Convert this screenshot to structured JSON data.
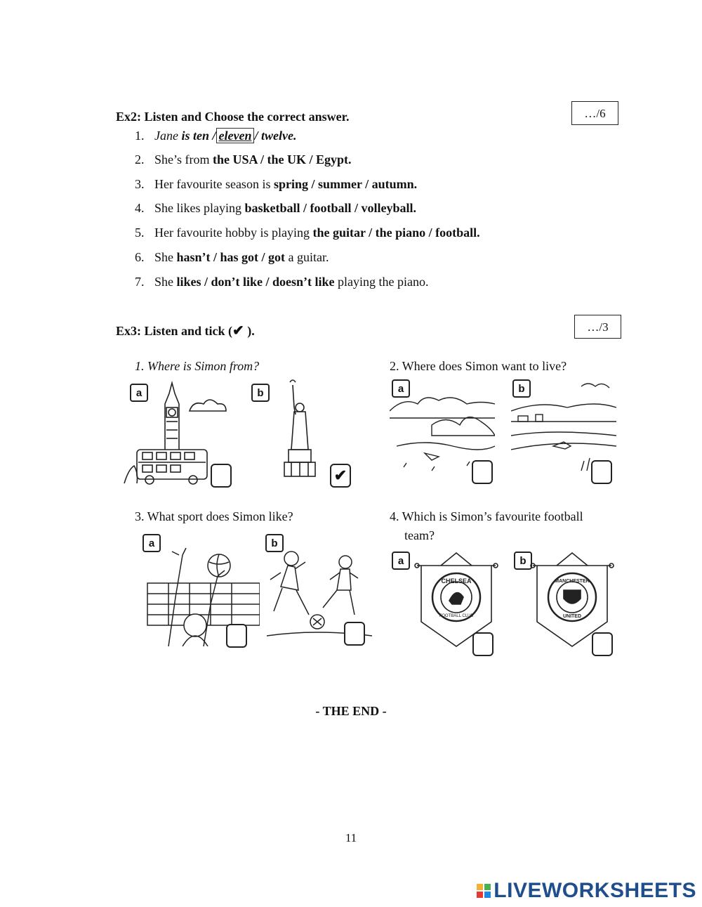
{
  "ex2": {
    "title": "Ex2: Listen and Choose the correct answer.",
    "score": "…/6",
    "items": [
      {
        "num": "1.",
        "pre": "Jane",
        "opts": [
          "is ten /",
          "eleven",
          "/ twelve."
        ],
        "post": ""
      },
      {
        "num": "2.",
        "pre": "She’s from",
        "bold": "the USA / the UK / Egypt.",
        "post": ""
      },
      {
        "num": "3.",
        "pre": "Her favourite season is",
        "bold": "spring / summer / autumn.",
        "post": ""
      },
      {
        "num": "4.",
        "pre": "She likes playing",
        "bold": "basketball / football / volleyball.",
        "post": ""
      },
      {
        "num": "5.",
        "pre": "Her favourite hobby is playing",
        "bold": "the guitar / the piano / football.",
        "post": ""
      },
      {
        "num": "6.",
        "pre": "She",
        "bold": "hasn’t / has got / got",
        "post": "a guitar."
      },
      {
        "num": "7.",
        "pre": "She",
        "bold": "likes / don’t like / doesn’t like",
        "post": "playing the piano."
      }
    ]
  },
  "ex3": {
    "title": "Ex3: Listen and tick (",
    "title_tick": "✔",
    "title_end": ").",
    "score": "…/3",
    "questions": [
      {
        "label": "1.  Where is Simon from?"
      },
      {
        "label": "2. Where does Simon want to live?"
      },
      {
        "label": "3.  What sport does Simon like?"
      },
      {
        "label_line1": "4. Which is Simon’s favourite football",
        "label_line2": "team?"
      }
    ],
    "letters": [
      "a",
      "b"
    ],
    "q1_b_tick": "✔",
    "pennant_a": "CHELSEA",
    "pennant_a_sub": "FOOTBALL CLUB",
    "pennant_b_top": "MANCHESTER",
    "pennant_b_bottom": "UNITED"
  },
  "the_end": "- THE END -",
  "page_number": "11",
  "logo": {
    "text": "LIVEWORKSHEETS",
    "colors": [
      "#f2b134",
      "#4caf50",
      "#e53935",
      "#1e88e5"
    ]
  }
}
